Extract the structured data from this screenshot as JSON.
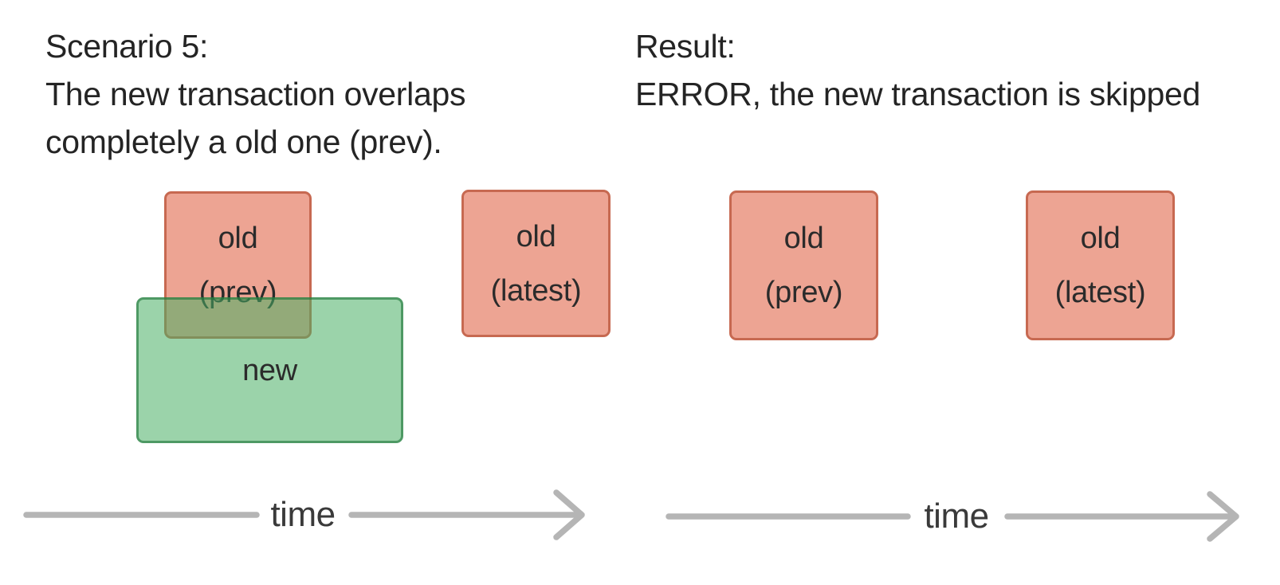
{
  "scenario": {
    "lines": [
      "Scenario 5:",
      "The new transaction overlaps",
      "completely a old one (prev)."
    ]
  },
  "result": {
    "lines": [
      "Result:",
      "ERROR, the new transaction is skipped"
    ]
  },
  "diagram_left": {
    "old_prev": {
      "line1": "old",
      "line2": "(prev)"
    },
    "new_box": {
      "label": "new"
    },
    "old_latest": {
      "line1": "old",
      "line2": "(latest)"
    },
    "timeline_label": "time"
  },
  "diagram_right": {
    "old_prev": {
      "line1": "old",
      "line2": "(prev)"
    },
    "old_latest": {
      "line1": "old",
      "line2": "(latest)"
    },
    "timeline_label": "time"
  },
  "colors": {
    "background": "#ffffff",
    "text": "#242424",
    "red_fill": "#eda493",
    "red_border": "#c76951",
    "green_fill": "rgba(72,175,100,0.55)",
    "green_border": "rgba(27,115,54,0.6)",
    "arrow": "#b5b5b5"
  }
}
